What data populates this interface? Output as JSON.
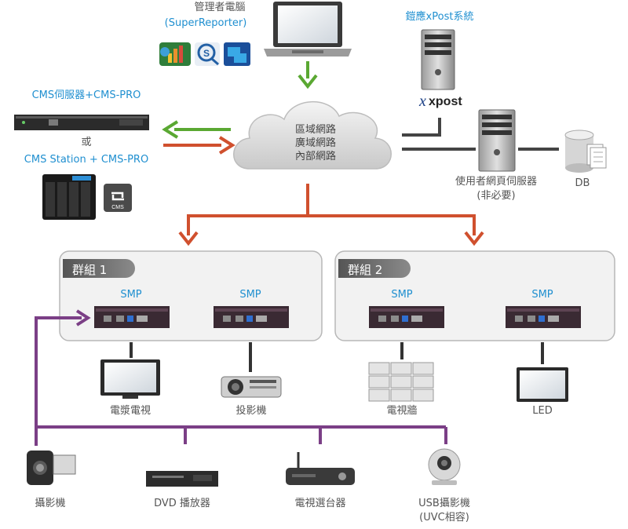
{
  "admin": {
    "title": "管理者電腦",
    "subtitle": "(SuperReporter)",
    "icons": [
      "chart-app-icon",
      "s-search-app-icon",
      "blue-app-icon"
    ]
  },
  "xpost": {
    "title": "鎧應xPost系統",
    "logo": "xpost"
  },
  "cms_server": {
    "label": "CMS伺服器+CMS-PRO"
  },
  "or_label": "或",
  "cms_station": {
    "label": "CMS Station + CMS-PRO",
    "badge": "CMS"
  },
  "cloud": {
    "lines": [
      "區域網路",
      "廣域網路",
      "內部網路"
    ]
  },
  "web_server": {
    "label_line1": "使用者網頁伺服器",
    "label_line2": "(非必要)"
  },
  "db": {
    "label": "DB"
  },
  "groups": [
    {
      "title": "群組 1",
      "players": [
        "SMP",
        "SMP"
      ]
    },
    {
      "title": "群組 2",
      "players": [
        "SMP",
        "SMP"
      ]
    }
  ],
  "outputs": [
    "電漿電視",
    "投影機",
    "電視牆",
    "LED"
  ],
  "inputs": [
    "攝影機",
    "DVD 播放器",
    "電視選台器",
    "USB攝影機",
    "(UVC相容)"
  ],
  "colors": {
    "green": "#5aa832",
    "red": "#d0502e",
    "purple": "#7b3f86",
    "blue_text": "#1f8fd0",
    "dark_line": "#333333",
    "group_bg": "#f2f2f2",
    "group_border": "#b8b8b8"
  }
}
